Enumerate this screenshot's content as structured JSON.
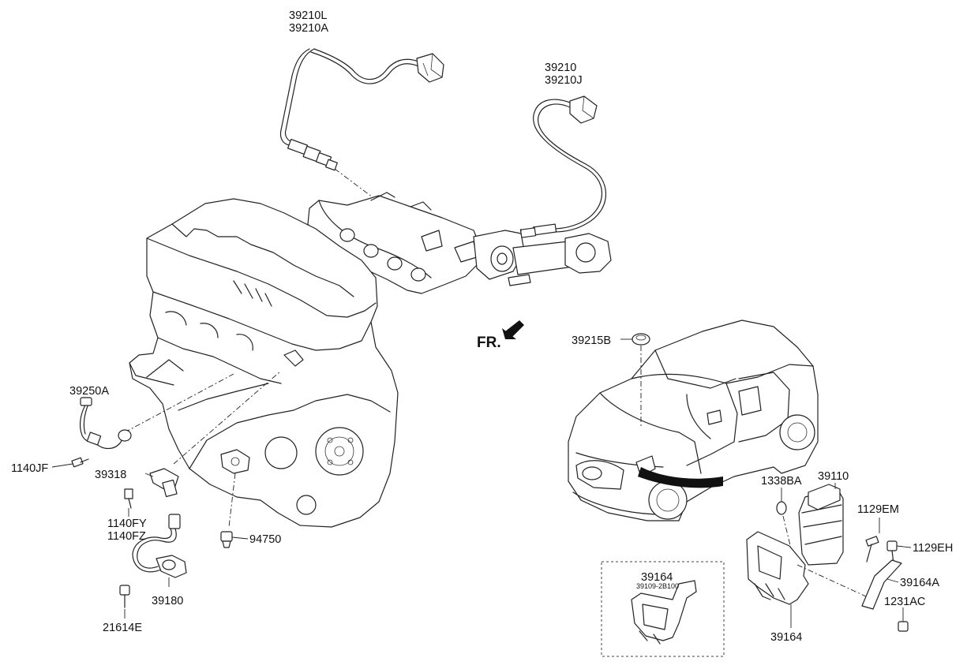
{
  "fr_label": "FR.",
  "labels": {
    "o2_front_a": "39210L",
    "o2_front_b": "39210A",
    "o2_rear_a": "39210",
    "o2_rear_b": "39210J",
    "p39250A": "39250A",
    "p1140JF": "1140JF",
    "p39318": "39318",
    "p1140FY": "1140FY",
    "p1140FZ": "1140FZ",
    "p94750": "94750",
    "p39180": "39180",
    "p21614E": "21614E",
    "p39215B": "39215B",
    "p1338BA": "1338BA",
    "p39110": "39110",
    "p1129EM": "1129EM",
    "p1129EH": "1129EH",
    "p39164A": "39164A",
    "p1231AC": "1231AC",
    "p39164": "39164",
    "box_part": "39164",
    "box_sub": "39109-2B100"
  }
}
